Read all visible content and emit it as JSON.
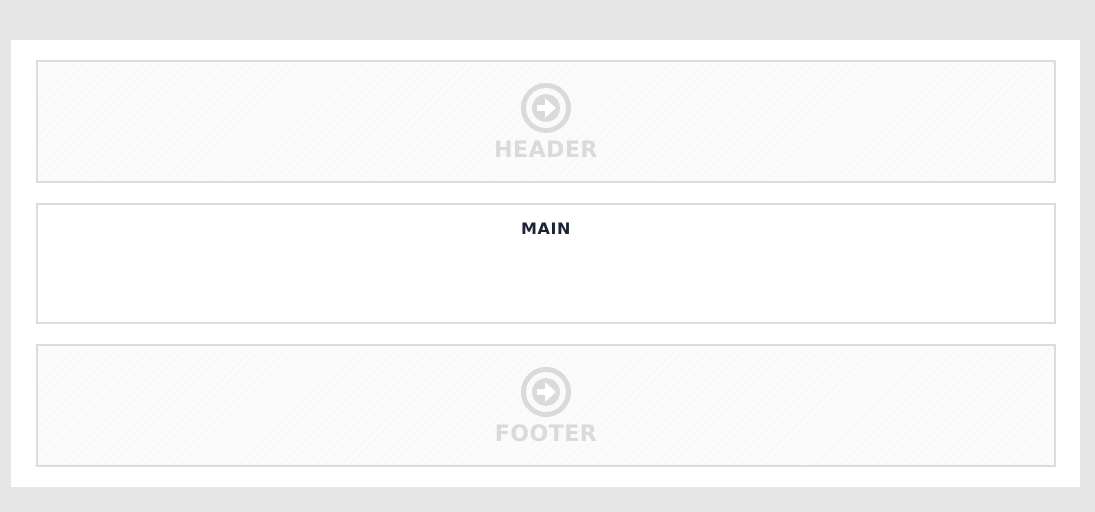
{
  "layout": {
    "header": {
      "label": "HEADER",
      "icon": "arrow-circle-right-icon"
    },
    "main": {
      "label": "MAIN"
    },
    "footer": {
      "label": "FOOTER",
      "icon": "arrow-circle-right-icon"
    }
  },
  "colors": {
    "page_background": "#e6e6e6",
    "canvas_background": "#ffffff",
    "region_border": "#dcdcdc",
    "placeholder_text": "#dadada",
    "main_text": "#1d2433"
  }
}
